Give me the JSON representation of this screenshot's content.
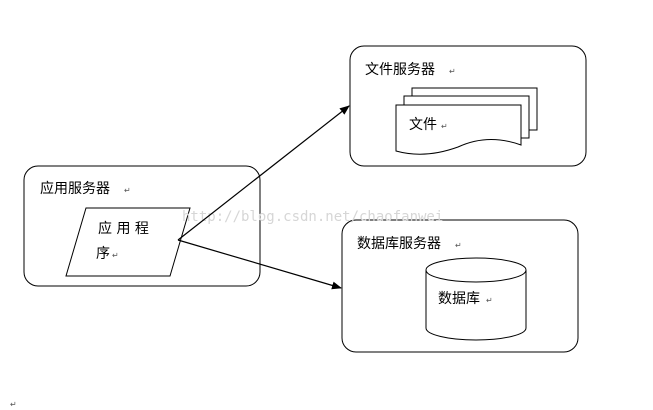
{
  "app_server": {
    "title": "应用服务器",
    "program_line1": "应 用 程",
    "program_line2": "序"
  },
  "file_server": {
    "title": "文件服务器",
    "document_label": "文件"
  },
  "db_server": {
    "title": "数据库服务器",
    "database_label": "数据库"
  },
  "paragraph_mark": "↵",
  "watermark": "http://blog.csdn.net/chaofanwei"
}
